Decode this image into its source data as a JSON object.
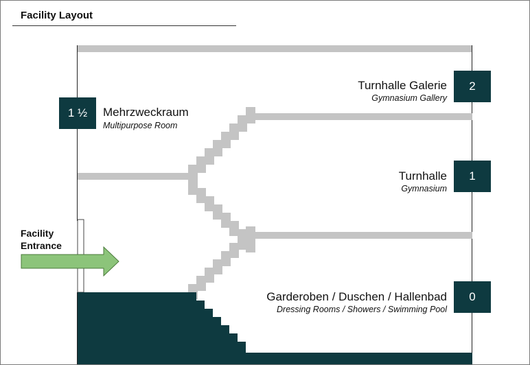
{
  "title": "Facility Layout",
  "entrance": {
    "line1": "Facility",
    "line2": "Entrance"
  },
  "colors": {
    "floor": "#c4c4c4",
    "badge": "#0e3a40",
    "basement_fill": "#0e3a40",
    "arrow": "#8cc47a",
    "arrow_stroke": "#4a7a3a"
  },
  "levels": [
    {
      "badge": "2",
      "name": "Turnhalle Galerie",
      "subtitle": "Gymnasium Gallery"
    },
    {
      "badge": "1 ½",
      "name": "Mehrzweckraum",
      "subtitle": "Multipurpose Room"
    },
    {
      "badge": "1",
      "name": "Turnhalle",
      "subtitle": "Gymnasium"
    },
    {
      "badge": "0",
      "name": "Garderoben / Duschen / Hallenbad",
      "subtitle": "Dressing Rooms / Showers / Swimming Pool"
    }
  ]
}
